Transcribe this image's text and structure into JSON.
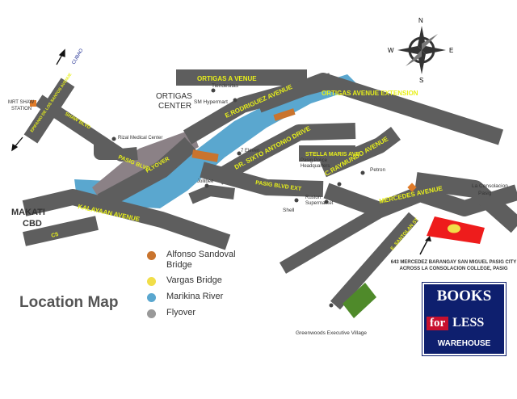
{
  "map": {
    "title": "Location Map",
    "roads": {
      "ortigas_avenue": "ORTIGAS A VENUE",
      "ortigas_extension": "ORTIGAS AVENUE EXTENSION",
      "e_rodriguez": "E.RODRIGUEZ AVENUE",
      "sixto_antonio": "DR. SIXTO ANTONIO DRIVE",
      "c_raymundo": "C.RAYMUNDO AVENUE",
      "stella_maris": "STELLA MARIS AVE",
      "mercedes": "MERCEDES AVENUE",
      "pasig_blvd": "PASIG BLVD",
      "pasig_blvd_ext": "PASIG BLVD EXT",
      "flyover": "FLYOVER",
      "kalayaan": "KALAYAAN AVENUE",
      "c5": "C5",
      "shaw_blvd": "SHAW BLVD",
      "edsa": "EPIFANIO DE LOS SANTOS AVENUE",
      "e_santolan": "E. SANTOLAN ST"
    },
    "places": {
      "ortigas_center_1": "ORTIGAS",
      "ortigas_center_2": "CENTER",
      "makati_1": "MAKATI",
      "makati_2": "CBD",
      "mrt_shaw_1": "MRT SHAW",
      "mrt_shaw_2": "STATION",
      "cubao": "CUBAO",
      "tiendesitas": "Tiendesitas",
      "sm_hypermart": "SM Hypermart",
      "rizal_medical": "Rizal Medical Center",
      "seven_eleven": "7 Eleven",
      "jollibee": "Jollibee",
      "shell": "Shell",
      "pasig_police_1": "Pasig Police",
      "pasig_police_2": "Headquarters",
      "petron": "Petron",
      "ruston_1": "Ruston",
      "ruston_2": "Supermarket",
      "la_consolacion_1": "La Consolacion",
      "la_consolacion_2": "Pasig",
      "greenwoods": "Greenwoods Executive Village"
    },
    "compass": {
      "n": "N",
      "e": "E",
      "s": "S",
      "w": "W"
    },
    "address_line1": "643 MERCEDEZ BARANGAY SAN MIGUEL PASIG CITY",
    "address_line2": "ACROSS LA CONSOLACION COLLEGE, PASIG"
  },
  "legend": [
    {
      "label_1": "Alfonso Sandoval",
      "label_2": "Bridge",
      "color": "#c9742e"
    },
    {
      "label_1": "Vargas Bridge",
      "label_2": "",
      "color": "#f1de49"
    },
    {
      "label_1": "Marikina River",
      "label_2": "",
      "color": "#5aa7cf"
    },
    {
      "label_1": "Flyover",
      "label_2": "",
      "color": "#999999"
    }
  ],
  "brand": {
    "line1": "BOOKS",
    "for": "for",
    "less": "LESS",
    "line3": "WAREHOUSE"
  },
  "colors": {
    "road": "#5e5e5e",
    "road_label": "#e8f01a",
    "river": "#5aa7cf",
    "flyover": "#8b8186",
    "target": "#ee1c1c",
    "park": "#4f8a2a",
    "brand_bg": "#0e1f6e"
  }
}
